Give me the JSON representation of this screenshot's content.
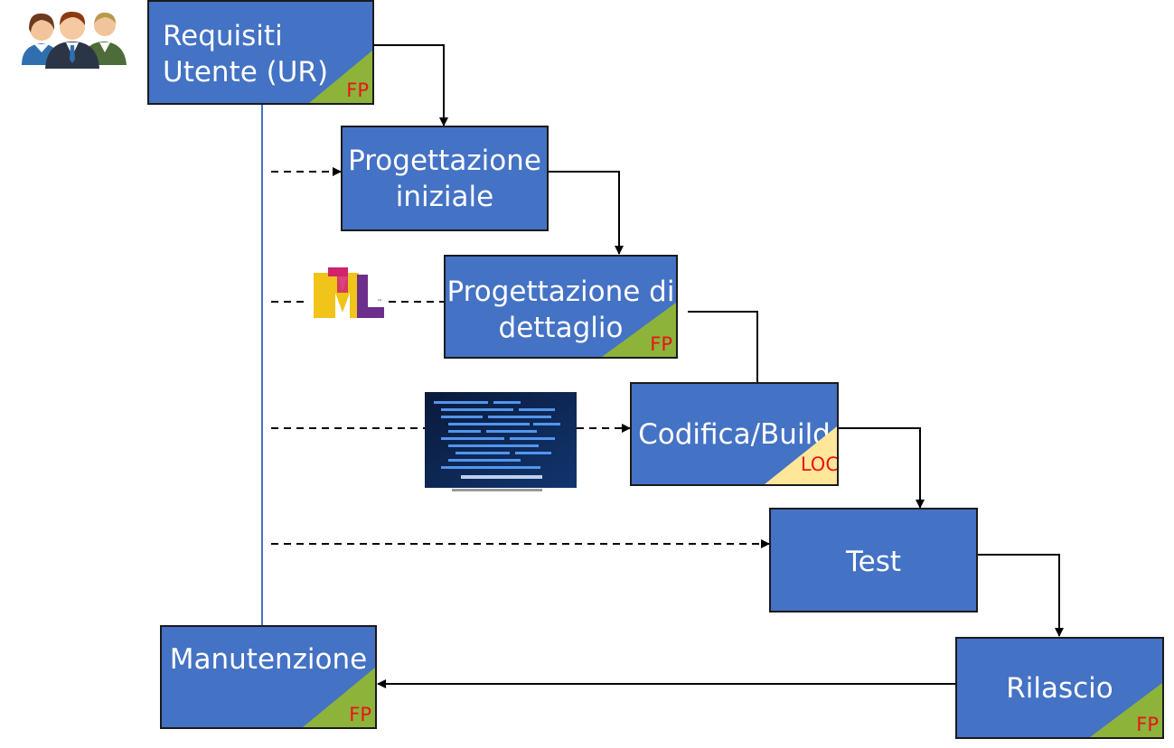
{
  "phases": {
    "requisiti": {
      "line1": "Requisiti",
      "line2": "Utente (UR)",
      "badge": "FP"
    },
    "progettazione_iniziale": {
      "line1": "Progettazione",
      "line2": "iniziale"
    },
    "progettazione_dettaglio": {
      "line1": "Progettazione di",
      "line2": "dettaglio",
      "badge": "FP"
    },
    "codifica": {
      "line1": "Codifica/Build",
      "badge": "LOC"
    },
    "test": {
      "line1": "Test"
    },
    "rilascio": {
      "line1": "Rilascio",
      "badge": "FP"
    },
    "manutenzione": {
      "line1": "Manutenzione",
      "badge": "FP"
    }
  },
  "colors": {
    "box_fill": "#4472C4",
    "fp_triangle": "#8DB33A",
    "loc_triangle": "#FFE699",
    "badge_text": "#E8141B",
    "vertical_line": "#4472C4"
  },
  "icons": [
    "users-icon",
    "uml-logo-icon",
    "code-screen-image"
  ]
}
